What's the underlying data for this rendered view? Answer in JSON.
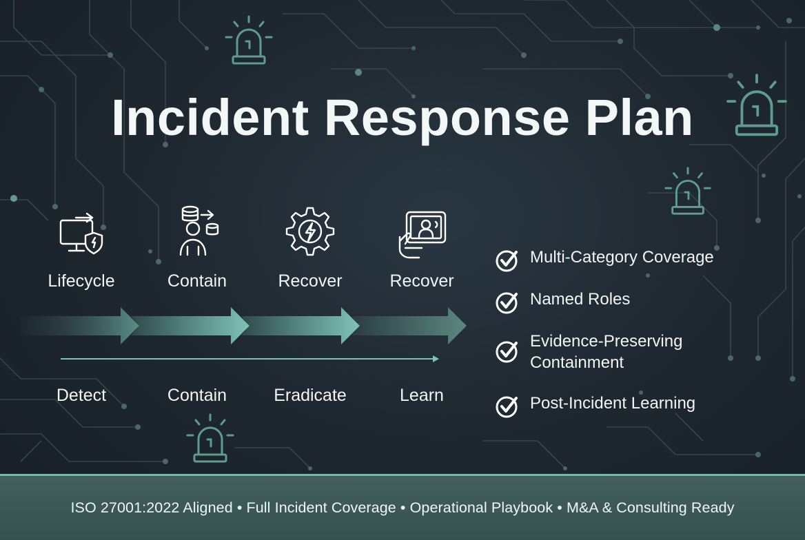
{
  "title": "Incident Response Plan",
  "stages": [
    {
      "label": "Lifecycle",
      "icon": "monitor-shield-icon"
    },
    {
      "label": "Contain",
      "icon": "analyst-database-icon"
    },
    {
      "label": "Recover",
      "icon": "gear-lightning-icon"
    },
    {
      "label": "Recover",
      "icon": "tablet-user-icon"
    }
  ],
  "phases": [
    "Detect",
    "Contain",
    "Eradicate",
    "Learn"
  ],
  "features": [
    {
      "line1": "Multi-Category Coverage",
      "line2": ""
    },
    {
      "line1": "Named Roles",
      "line2": ""
    },
    {
      "line1": "Evidence-Preserving",
      "line2": "Containment"
    },
    {
      "line1": "Post-Incident Learning",
      "line2": ""
    }
  ],
  "footer": "ISO 27001:2022 Aligned • Full Incident Coverage • Operational Playbook • M&A & Consulting Ready",
  "colors": {
    "accent": "#7ec4b6",
    "background": "#1f2830",
    "footer": "#3d5a59"
  },
  "decor_icons": [
    "alarm-beacon-icon",
    "check-circle-icon",
    "circuit-pattern"
  ]
}
